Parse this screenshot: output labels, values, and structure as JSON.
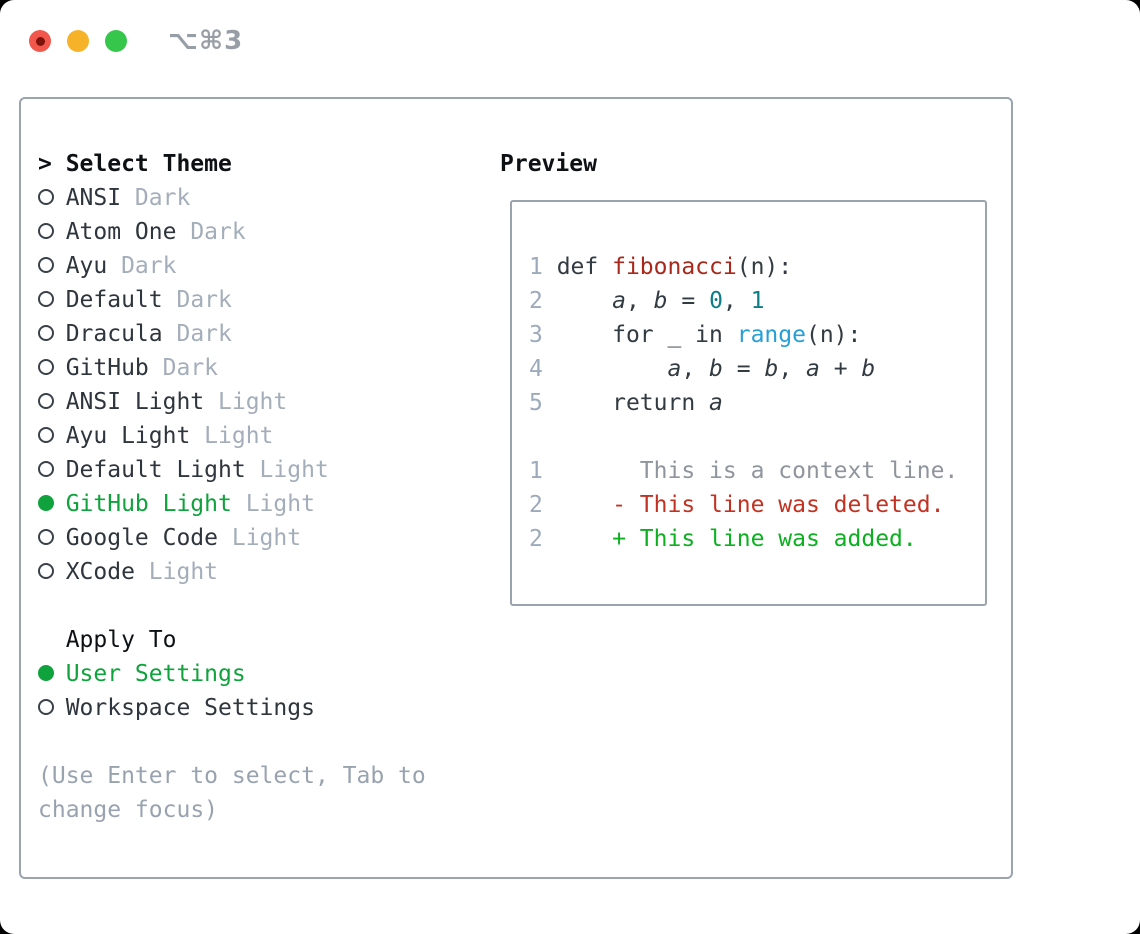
{
  "titlebar": {
    "shortcut": "⌥⌘3",
    "buttons": [
      "close",
      "minimize",
      "zoom"
    ]
  },
  "theme_list": {
    "prompt": ">",
    "title": "Select Theme",
    "items": [
      {
        "name": "ANSI",
        "variant": "Dark",
        "selected": false
      },
      {
        "name": "Atom One",
        "variant": "Dark",
        "selected": false
      },
      {
        "name": "Ayu",
        "variant": "Dark",
        "selected": false
      },
      {
        "name": "Default",
        "variant": "Dark",
        "selected": false
      },
      {
        "name": "Dracula",
        "variant": "Dark",
        "selected": false
      },
      {
        "name": "GitHub",
        "variant": "Dark",
        "selected": false
      },
      {
        "name": "ANSI Light",
        "variant": "Light",
        "selected": false
      },
      {
        "name": "Ayu Light",
        "variant": "Light",
        "selected": false
      },
      {
        "name": "Default Light",
        "variant": "Light",
        "selected": false
      },
      {
        "name": "GitHub Light",
        "variant": "Light",
        "selected": true
      },
      {
        "name": "Google Code",
        "variant": "Light",
        "selected": false
      },
      {
        "name": "XCode",
        "variant": "Light",
        "selected": false
      }
    ]
  },
  "apply_to": {
    "title": "Apply To",
    "items": [
      {
        "label": "User Settings",
        "selected": true
      },
      {
        "label": "Workspace Settings",
        "selected": false
      }
    ]
  },
  "hint": {
    "lines": [
      "(Use Enter to select, Tab to",
      "change focus)"
    ]
  },
  "preview": {
    "title": "Preview",
    "lines": [
      {
        "num": "1",
        "segments": [
          {
            "text": "def ",
            "style": "plain"
          },
          {
            "text": "fibonacci",
            "style": "function"
          },
          {
            "text": "(n):",
            "style": "plain"
          }
        ]
      },
      {
        "num": "2",
        "segments": [
          {
            "text": "    ",
            "style": "plain"
          },
          {
            "text": "a",
            "style": "variable"
          },
          {
            "text": ", ",
            "style": "plain"
          },
          {
            "text": "b",
            "style": "variable"
          },
          {
            "text": " = ",
            "style": "plain"
          },
          {
            "text": "0",
            "style": "number"
          },
          {
            "text": ", ",
            "style": "plain"
          },
          {
            "text": "1",
            "style": "number"
          }
        ]
      },
      {
        "num": "3",
        "segments": [
          {
            "text": "    for _ in ",
            "style": "plain"
          },
          {
            "text": "range",
            "style": "builtin"
          },
          {
            "text": "(n):",
            "style": "plain"
          }
        ]
      },
      {
        "num": "4",
        "segments": [
          {
            "text": "        ",
            "style": "plain"
          },
          {
            "text": "a",
            "style": "variable"
          },
          {
            "text": ", ",
            "style": "plain"
          },
          {
            "text": "b",
            "style": "variable"
          },
          {
            "text": " = ",
            "style": "plain"
          },
          {
            "text": "b",
            "style": "variable"
          },
          {
            "text": ", ",
            "style": "plain"
          },
          {
            "text": "a",
            "style": "variable"
          },
          {
            "text": " + ",
            "style": "plain"
          },
          {
            "text": "b",
            "style": "variable"
          }
        ]
      },
      {
        "num": "5",
        "segments": [
          {
            "text": "    return ",
            "style": "plain"
          },
          {
            "text": "a",
            "style": "variable"
          }
        ]
      },
      {
        "num": "",
        "segments": []
      },
      {
        "num": "1",
        "segments": [
          {
            "text": "      This is a context line.",
            "style": "context"
          }
        ]
      },
      {
        "num": "2",
        "segments": [
          {
            "text": "    - This line was deleted.",
            "style": "deleted"
          }
        ]
      },
      {
        "num": "2",
        "segments": [
          {
            "text": "    + This line was added.",
            "style": "added"
          }
        ]
      }
    ]
  },
  "colors": {
    "accent_green": "#10a23c",
    "text_main": "#2e353c",
    "text_strong": "#0d1114",
    "muted_text": "#a4aebb",
    "hint_text": "#99a3b0",
    "panel_border": "#9aa4ae",
    "radio_ring": "#3a4149",
    "line_number": "#9daabb",
    "syntax_plain": "#333b42",
    "syntax_function": "#a8291c",
    "syntax_variable": "#333b42",
    "syntax_number": "#0e7e86",
    "syntax_builtin": "#279fd6",
    "diff_context": "#8e959d",
    "diff_deleted": "#c23222",
    "diff_added": "#0cb021",
    "traffic_red": "#f1574d",
    "traffic_red_dot": "#7d120b",
    "traffic_yellow": "#f6b329",
    "traffic_green": "#36c64c",
    "shortcut_text": "#989ea6"
  }
}
